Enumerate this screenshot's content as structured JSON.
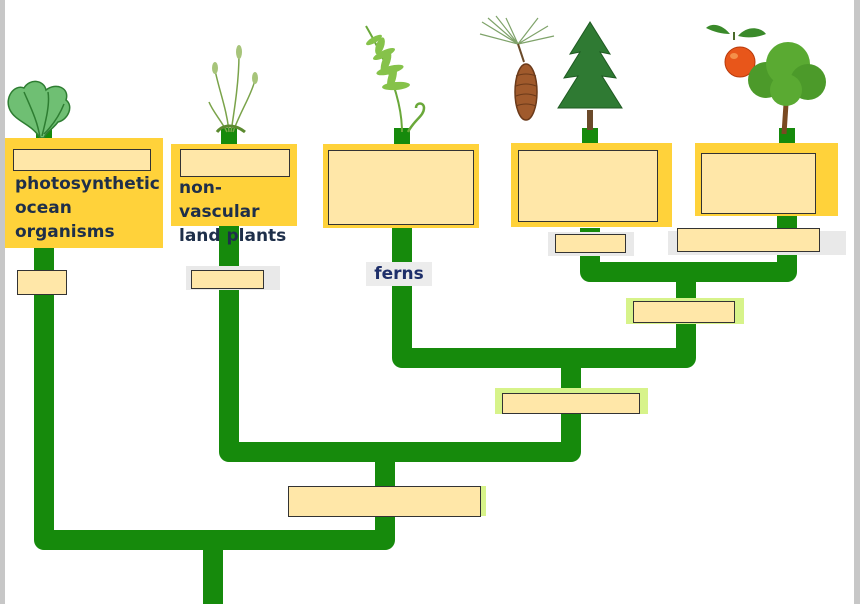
{
  "diagram": {
    "leaf_labels": {
      "ocean": "photosynthetic ocean organisms",
      "nonvascular": "non-vascular land plants",
      "ferns": "ferns"
    },
    "colors": {
      "branch": "#168a0c",
      "card": "#ffd23a",
      "drop_zone": "#ffe7a8",
      "highlight": "#d7f38a"
    },
    "images": [
      "seaweed-icon",
      "moss-icon",
      "fern-icon",
      "pine-cone-icon",
      "conifer-tree-icon",
      "orange-fruit-icon",
      "flowering-tree-icon"
    ]
  }
}
